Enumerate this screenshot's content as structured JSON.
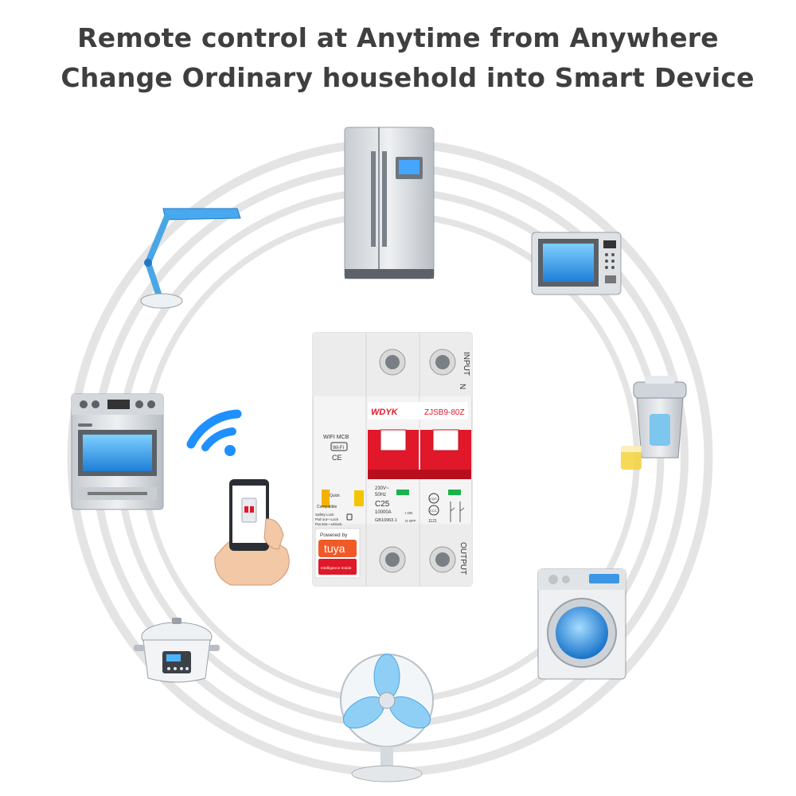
{
  "headline": {
    "line1": "Remote control at Anytime from Anywhere",
    "line2": "Change Ordinary household into Smart Device"
  },
  "breaker": {
    "brand": "WDYK",
    "model": "ZJSB9-80Z",
    "top_label": "INPUT",
    "neutral_label": "N",
    "bottom_label": "OUTPUT",
    "product_type": "WIFI MCB",
    "wifi_badge": "Wi-Fi",
    "ce_mark": "CE",
    "voltage": "230V~",
    "frequency": "50Hz",
    "rating": "C25",
    "breaking_capacity": "10000A",
    "standard": "GB10963.1",
    "on_mark": "I ON",
    "off_mark": "O OFF",
    "cqc_mark": "CQC",
    "ccc_mark": "CCC",
    "circuit_code": "1121",
    "quick_label": "Quick",
    "compatible_label": "Compatible",
    "safety_lock": "Safety Lock",
    "pull_out_lock": "Pull out—Lock",
    "put_into_unlock": "Put into—Unlock",
    "powered_by": "Powered by",
    "tuya_logo": "tuya",
    "intelligence_inside": "Intelligence Inside"
  },
  "devices": [
    {
      "icon": "refrigerator-icon"
    },
    {
      "icon": "microwave-icon"
    },
    {
      "icon": "juicer-icon"
    },
    {
      "icon": "washing-machine-icon"
    },
    {
      "icon": "fan-icon"
    },
    {
      "icon": "rice-cooker-icon"
    },
    {
      "icon": "oven-icon"
    },
    {
      "icon": "desk-lamp-icon"
    },
    {
      "icon": "wifi-icon"
    },
    {
      "icon": "smartphone-hand-icon"
    }
  ],
  "colors": {
    "ring": "#e4e4e4",
    "accent_blue": "#2f8fe0",
    "breaker_red": "#e0182a",
    "tuya_orange": "#f05a28",
    "headline_text": "#3f3f3f"
  }
}
